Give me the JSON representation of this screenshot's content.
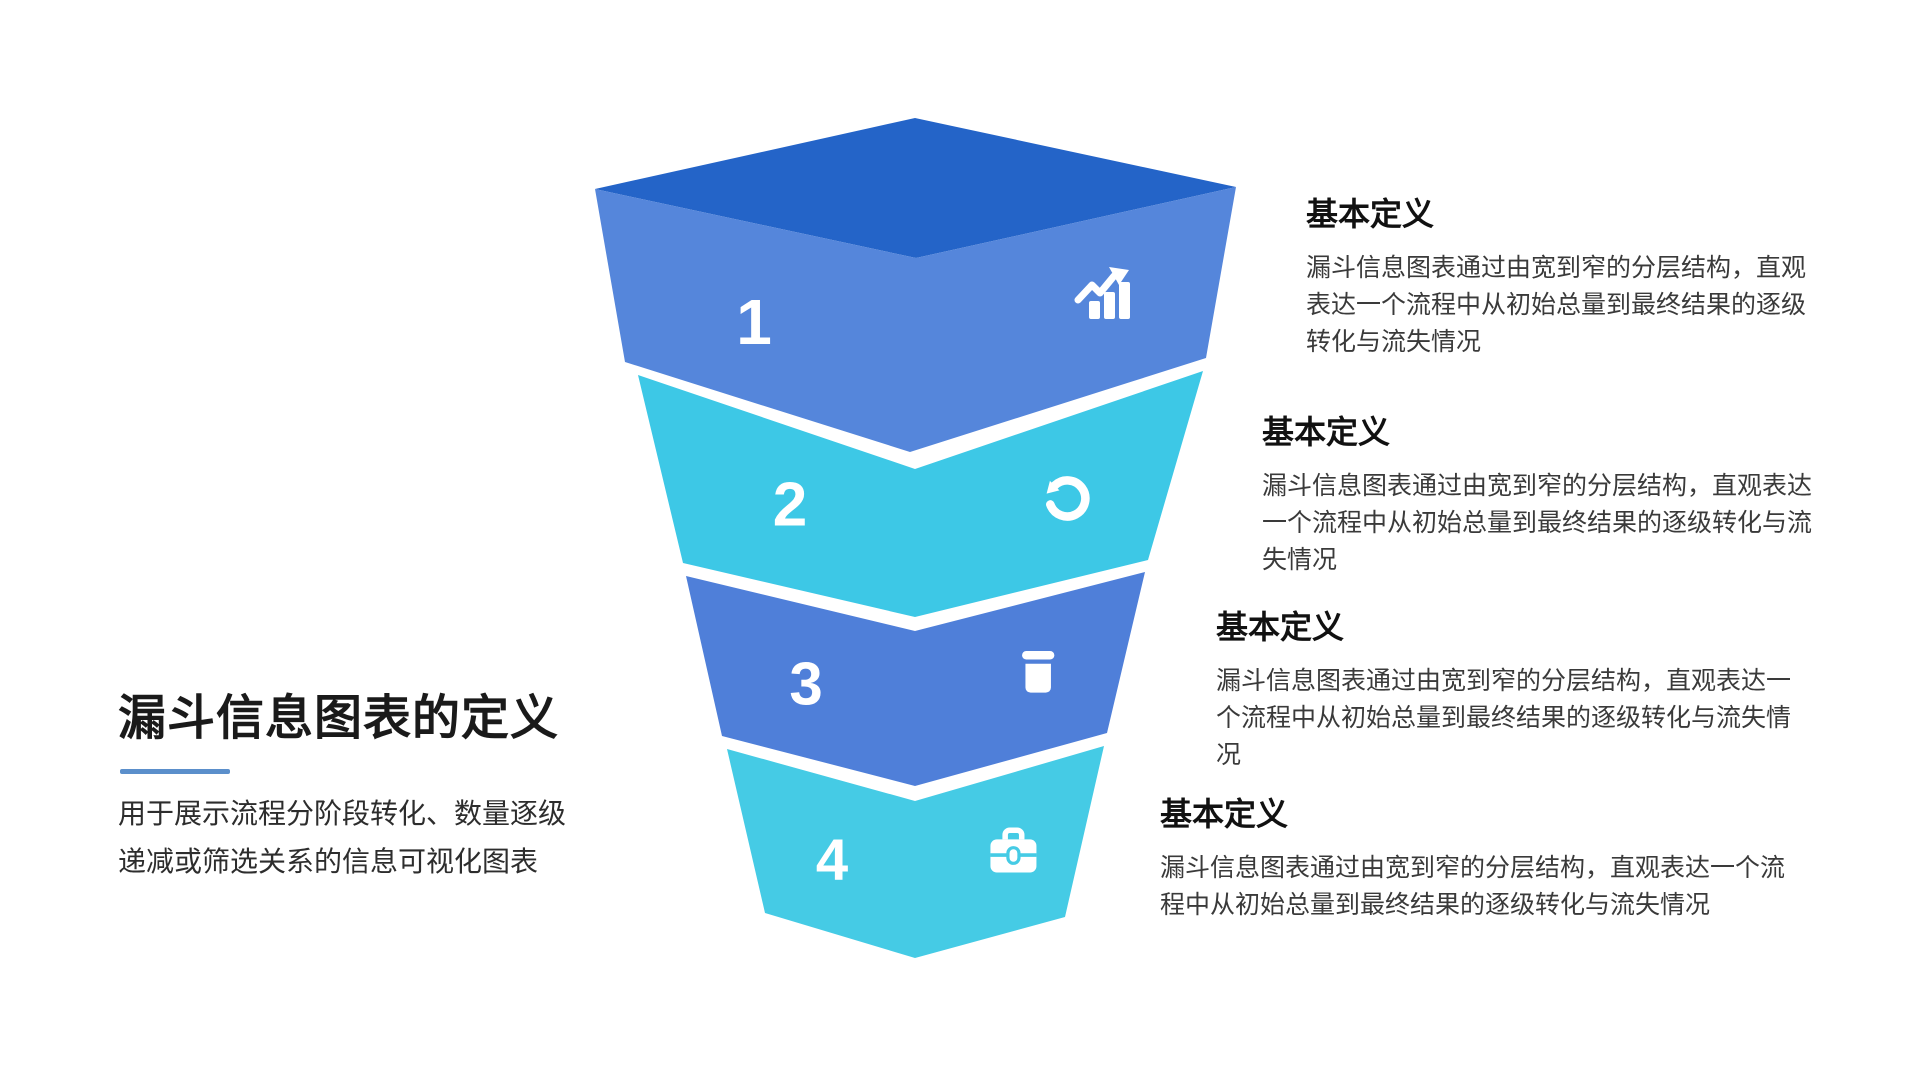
{
  "page": {
    "background": "#ffffff"
  },
  "left_panel": {
    "title": "漏斗信息图表的定义",
    "divider_color": "#5B8FCB",
    "description_lines": [
      "用于展示流程分阶段转化、数量逐级",
      "递减或筛选关系的信息可视化图表"
    ]
  },
  "funnel": {
    "colors": {
      "top_face": "#2464C8",
      "layer1_blue": "#5586DB",
      "layer2_cyan": "#3DC8E6",
      "layer3_blue": "#4F7FD9",
      "layer4_cyan": "#45CBE5",
      "label": "#ffffff"
    },
    "layers": [
      {
        "number": "1",
        "icon": "bar-chart-growth-icon"
      },
      {
        "number": "2",
        "icon": "rotate-ccw-icon"
      },
      {
        "number": "3",
        "icon": "trash-icon"
      },
      {
        "number": "4",
        "icon": "briefcase-icon"
      }
    ]
  },
  "definition_blocks": [
    {
      "heading": "基本定义",
      "lines": [
        "漏斗信息图表通过由宽到窄的分层结构，直观",
        "表达一个流程中从初始总量到最终结果的逐级",
        "转化与流失情况"
      ]
    },
    {
      "heading": "基本定义",
      "lines": [
        "漏斗信息图表通过由宽到窄的分层结构，直观表达",
        "一个流程中从初始总量到最终结果的逐级转化与流",
        "失情况"
      ]
    },
    {
      "heading": "基本定义",
      "lines": [
        "漏斗信息图表通过由宽到窄的分层结构，直观表达一",
        "个流程中从初始总量到最终结果的逐级转化与流失情",
        "况"
      ]
    },
    {
      "heading": "基本定义",
      "lines": [
        "漏斗信息图表通过由宽到窄的分层结构，直观表达一个流",
        "程中从初始总量到最终结果的逐级转化与流失情况"
      ]
    }
  ]
}
